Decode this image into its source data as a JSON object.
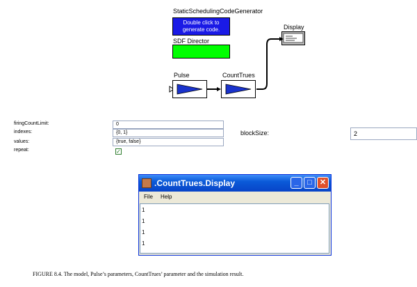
{
  "model": {
    "codegen": {
      "title": "StaticSchedulingCodeGenerator",
      "button_line1": "Double click to",
      "button_line2": "generate code."
    },
    "director": {
      "title": "SDF Director"
    },
    "display": {
      "title": "Display"
    },
    "pulse": {
      "title": "Pulse"
    },
    "counttrues": {
      "title": "CountTrues"
    },
    "colors": {
      "codegen": "#1a1ae6",
      "director": "#00ff00",
      "actor_icon": "#1a33cc"
    }
  },
  "pulse_params": {
    "firing_count_limit": {
      "label": "firingCountLimit:",
      "value": "0"
    },
    "indexes": {
      "label": "indexes:",
      "value": "{0, 1}"
    },
    "values": {
      "label": "values:",
      "value": "{true, false}"
    },
    "repeat": {
      "label": "repeat:",
      "checked_mark": "✓"
    }
  },
  "counttrues_params": {
    "block_size": {
      "label": "blockSize:",
      "value": "2"
    }
  },
  "display_window": {
    "title": ".CountTrues.Display",
    "menu": [
      "File",
      "Help"
    ],
    "output_lines": [
      "1",
      "1",
      "1",
      "1"
    ],
    "buttons": {
      "minimize": "_",
      "maximize": "□",
      "close": "✕"
    }
  },
  "caption": "FIGURE 8.4.  The model, Pulse’s parameters, CountTrues’ parameter and the simulation result."
}
